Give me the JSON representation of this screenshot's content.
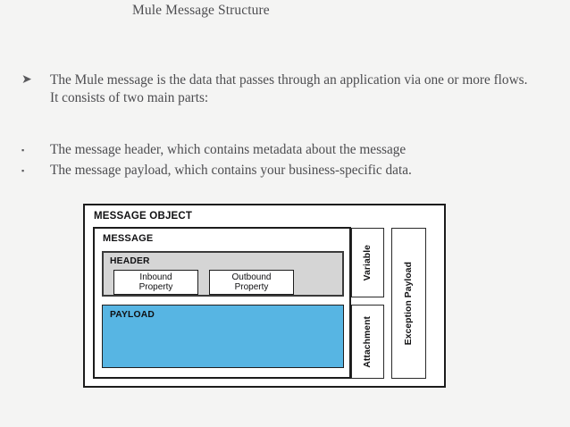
{
  "slide": {
    "title": "Mule Message Structure",
    "background_color": "#f4f4f3",
    "text_color": "#4d4d50"
  },
  "bullets_primary": [
    {
      "marker": "arrow-bullet",
      "glyph": "➤",
      "text": "The Mule message is the data that passes through an application via one or more flows. It consists of two main parts:"
    }
  ],
  "bullets_secondary": [
    {
      "marker": "square-bullet",
      "glyph": "▪",
      "text": "The message header, which contains metadata about the message"
    },
    {
      "marker": "square-bullet",
      "glyph": "▪",
      "text": "The message payload, which contains your business-specific data."
    }
  ],
  "diagram": {
    "message_object_label": "MESSAGE OBJECT",
    "message_label": "MESSAGE",
    "header_label": "HEADER",
    "header_fill": "#d5d5d5",
    "payload_label": "PAYLOAD",
    "payload_fill": "#57b5e3",
    "properties": [
      {
        "line1": "Inbound",
        "line2": "Property"
      },
      {
        "line1": "Outbound",
        "line2": "Property"
      }
    ],
    "side_boxes": [
      {
        "label": "Variable"
      },
      {
        "label": "Attachment"
      },
      {
        "label": "Exception Payload"
      }
    ]
  }
}
